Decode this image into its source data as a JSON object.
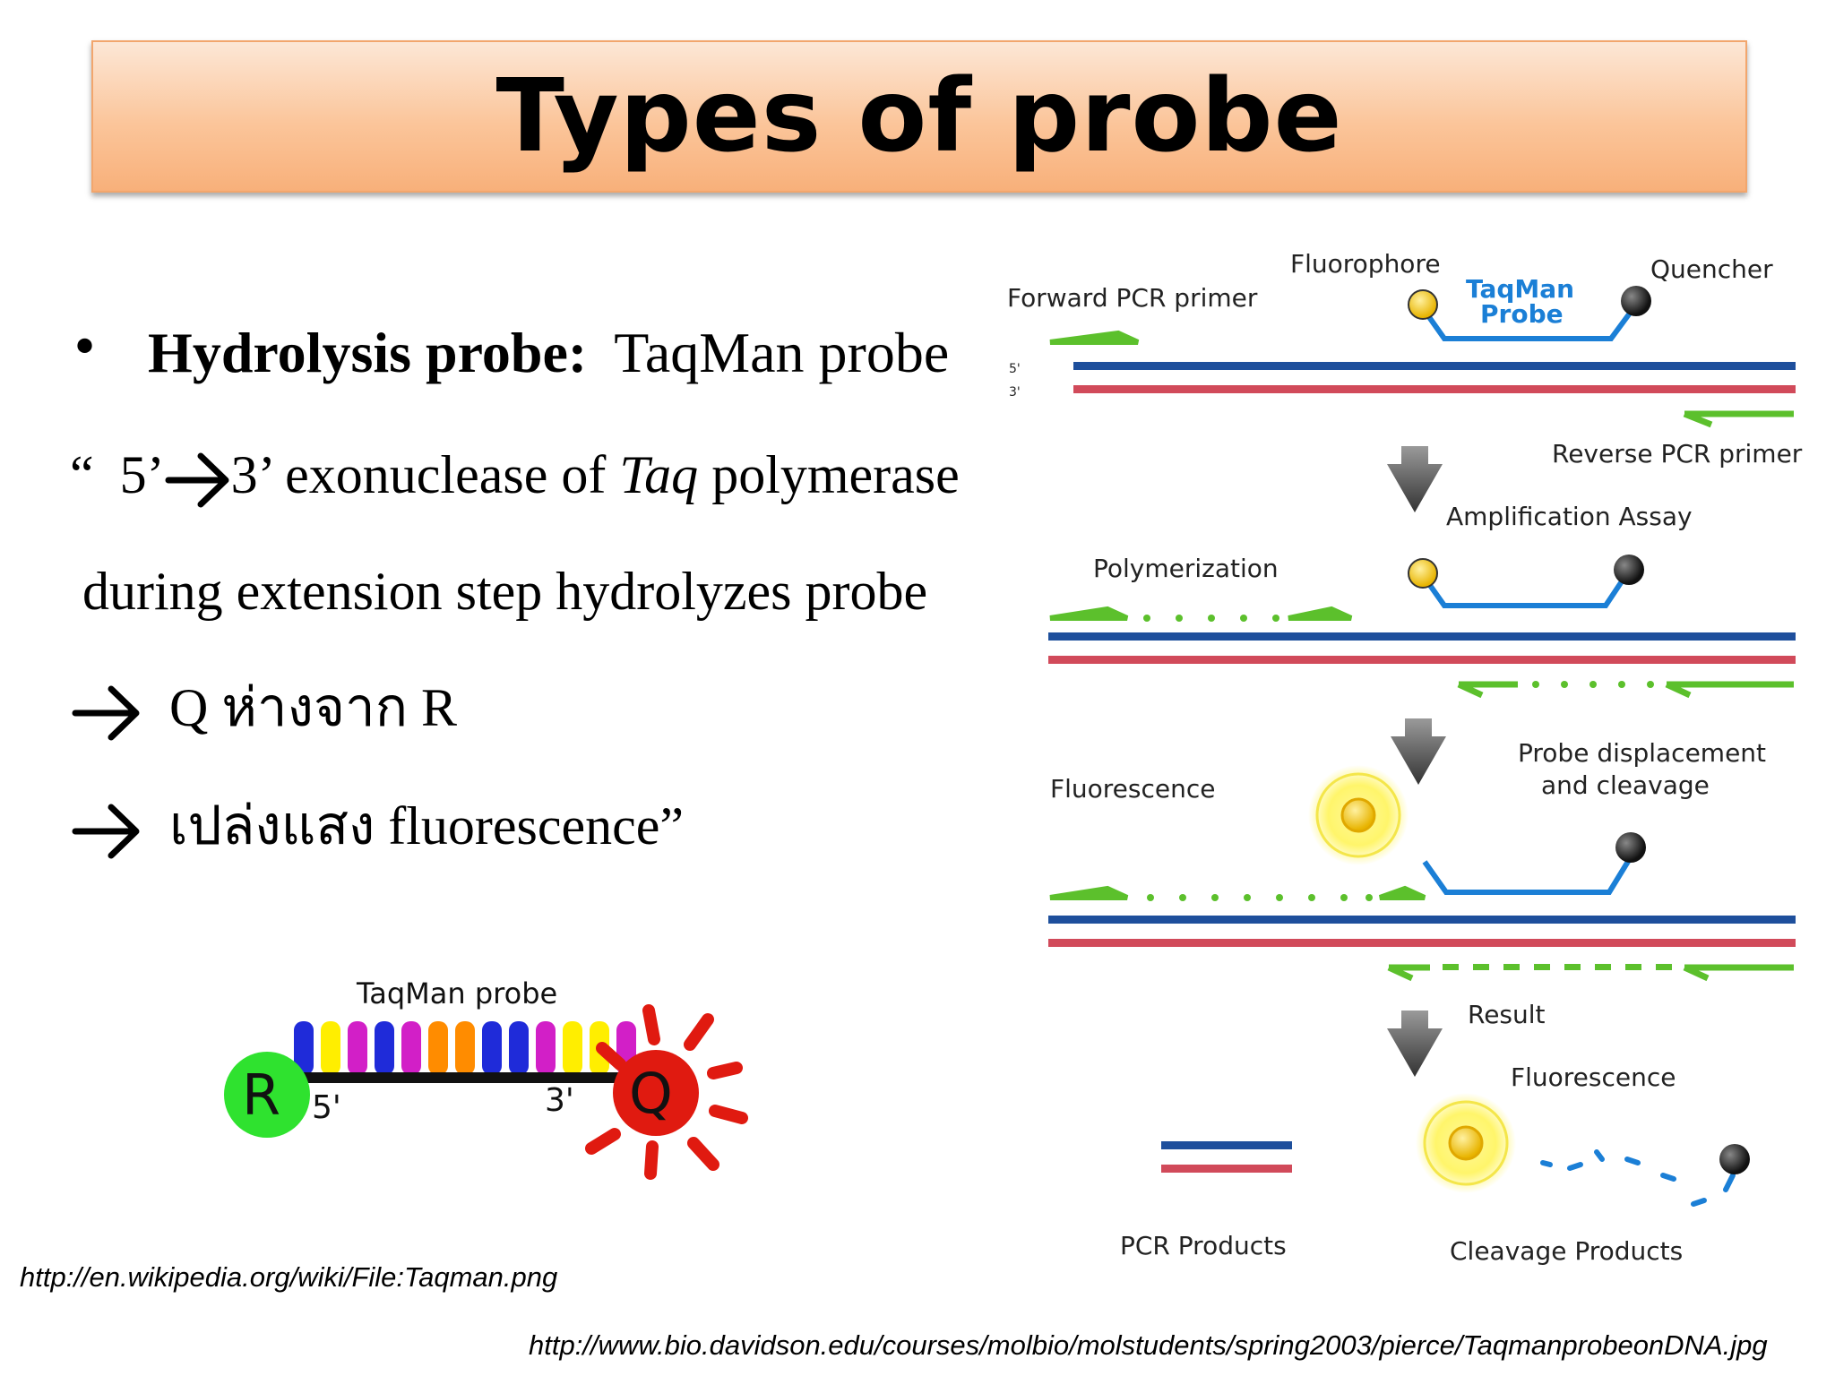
{
  "title": "Types of probe",
  "bullet": {
    "label": "Hydrolysis probe:",
    "text": "TaqMan probe"
  },
  "lines": {
    "l2_open_quote": "“",
    "l2_five": "5’",
    "l2_rest_a": "3’ exonuclease of ",
    "l2_taq": "Taq",
    "l2_rest_b": " polymerase",
    "l3": "during extension step hydrolyzes probe",
    "l4": "Q  ห่างจาก R",
    "l5": "เปล่งแสง fluorescence”"
  },
  "left_figure": {
    "probe_label": "TaqMan probe",
    "r": "R",
    "q": "Q",
    "five": "5'",
    "three": "3'",
    "bead_colors": [
      "#1f2bd9",
      "#ffee00",
      "#d21fc7",
      "#1f2bd9",
      "#d21fc7",
      "#ff8c00",
      "#ff8c00",
      "#1f2bd9",
      "#1f2bd9",
      "#d21fc7",
      "#ffee00",
      "#ffee00",
      "#d21fc7"
    ]
  },
  "right_figure": {
    "forward_primer": "Forward PCR primer",
    "fluorophore": "Fluorophore",
    "taqman_line1": "TaqMan",
    "taqman_line2": "Probe",
    "quencher": "Quencher",
    "five_prime": "5'",
    "three_prime": "3'",
    "reverse_primer": "Reverse PCR primer",
    "amplification": "Amplification Assay",
    "polymerization": "Polymerization",
    "displacement_line1": "Probe displacement",
    "displacement_line2": "and cleavage",
    "fluorescence": "Fluorescence",
    "result": "Result",
    "fluorescence2": "Fluorescence",
    "pcr_products": "PCR Products",
    "cleavage_products": "Cleavage Products",
    "colors": {
      "blue_strand": "#1e4f9c",
      "red_strand": "#d14a5a",
      "primer": "#5cc02c",
      "probe": "#1b7fd6"
    }
  },
  "sources": {
    "left": "http://en.wikipedia.org/wiki/File:Taqman.png",
    "right": "http://www.bio.davidson.edu/courses/molbio/molstudents/spring2003/pierce/TaqmanprobeonDNA.jpg"
  }
}
